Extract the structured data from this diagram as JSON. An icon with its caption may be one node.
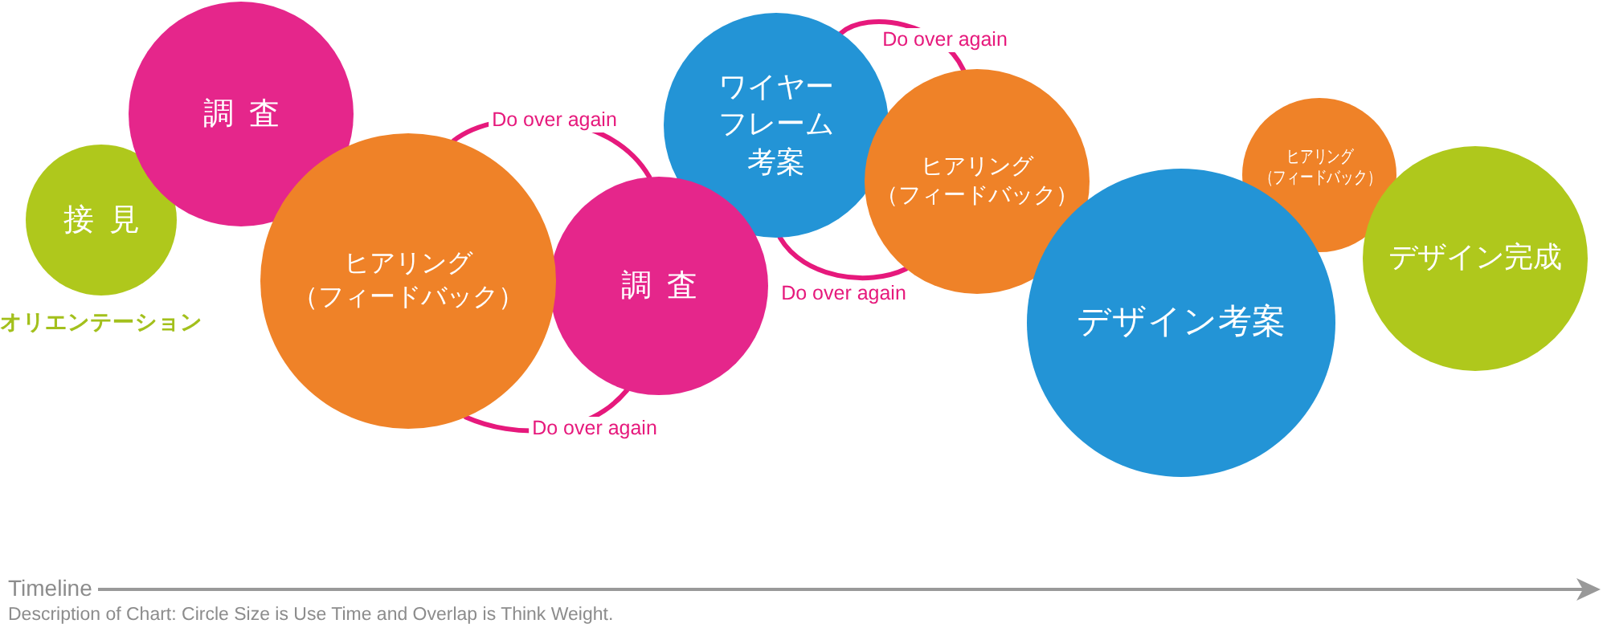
{
  "diagram": {
    "nodes": [
      {
        "text": [
          "接見"
        ],
        "beside": [
          "オリエンテーション"
        ]
      },
      {
        "text": [
          "調査"
        ]
      },
      {
        "text": [
          "ヒアリング（フィードバック）"
        ]
      },
      {
        "text": [
          "調査"
        ]
      },
      {
        "text": [
          "ワイヤーフレーム考案"
        ]
      },
      {
        "text": [
          "ヒアリング（フィードバック）"
        ]
      },
      {
        "text": [
          "デザイン考案"
        ]
      },
      {
        "text": [
          "ヒアリング（フィードバック）"
        ]
      },
      {
        "text": [
          "デザイン完成"
        ]
      }
    ],
    "edges": [
      {
        "from": 2,
        "to": 3,
        "arrow": "none",
        "label": "Do over again"
      },
      {
        "from": 2,
        "to": 3,
        "arrow": "none",
        "label": "Do over again"
      },
      {
        "from": 4,
        "to": 5,
        "arrow": "none",
        "label": "Do over again"
      },
      {
        "from": 4,
        "to": 5,
        "arrow": "none",
        "label": "Do over again"
      }
    ],
    "labels": [
      "Timeline",
      "Description of Chart: Circle Size is Use Time and Overlap is Think Weight."
    ]
  }
}
